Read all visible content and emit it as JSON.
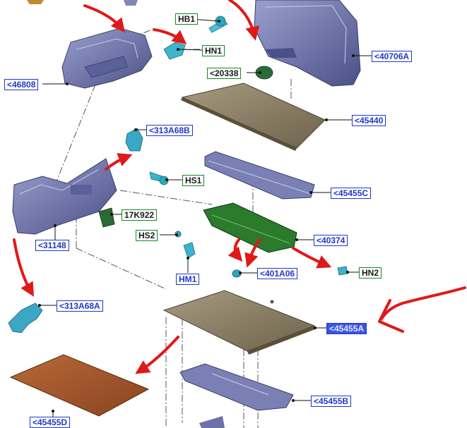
{
  "labels": {
    "hb1": "HB1",
    "hn1": "HN1",
    "p40706a": "<40706A",
    "p46808": "<46808",
    "p20338": "<20338",
    "p45440": "<45440",
    "p313a68b": "<313A68B",
    "hs1": "HS1",
    "p45455c": "<45455C",
    "p17k922": "17K922",
    "p31148": "<31148",
    "hs2": "HS2",
    "p40374": "<40374",
    "hm1": "HM1",
    "p401a06": "<401A06",
    "hn2": "HN2",
    "p313a68a": "<313A68A",
    "p45455a": "<45455A",
    "p45455b": "<45455B",
    "p45455d": "<45455D"
  },
  "colors": {
    "blue_label": "#2038c8",
    "green_label_border": "#128a22",
    "selected_label_bg": "#3c55e0",
    "arrow_red": "#e01818",
    "trim_panel": "#6c72a8",
    "cover_tan": "#8a7c62",
    "floor_mat_brown": "#a4582a",
    "clip_teal": "#2aa8c0",
    "bracket_green": "#2c7a2c"
  },
  "icons": [
    "red-arrow-icon",
    "red-annotation-arrow-icon",
    "clip-icon",
    "screw-icon"
  ]
}
